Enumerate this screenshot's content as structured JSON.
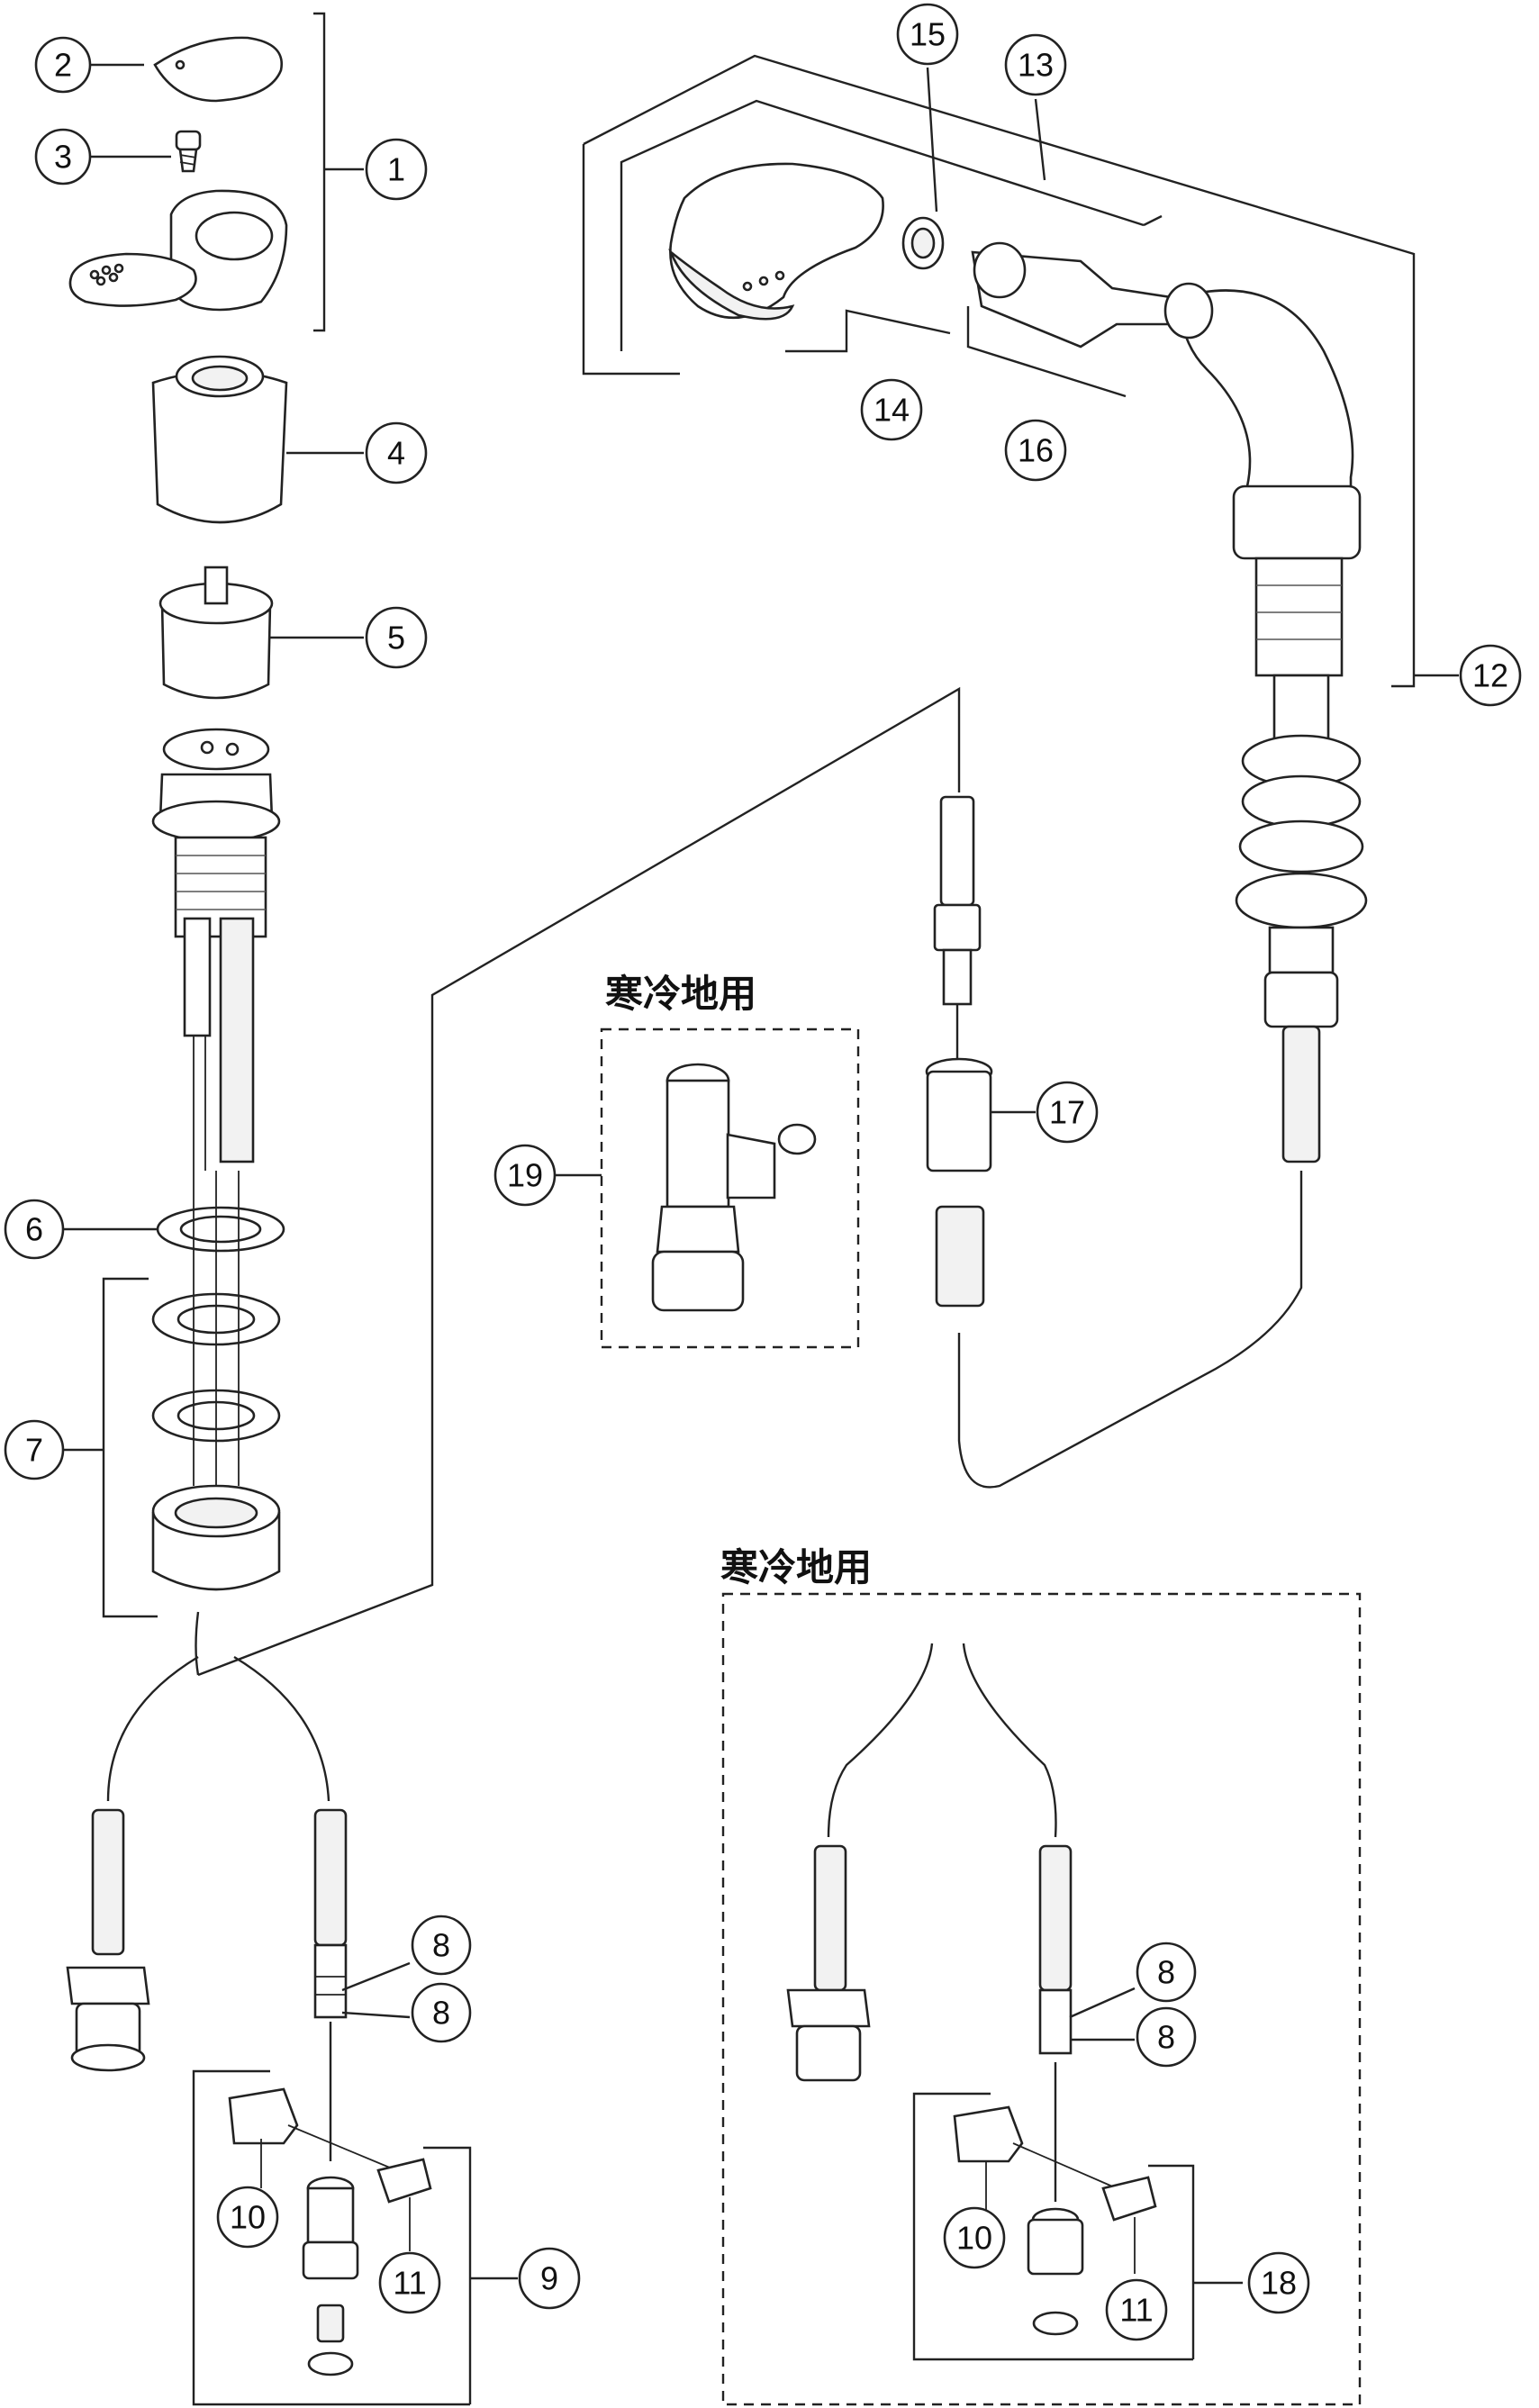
{
  "callouts": {
    "c1": "1",
    "c2": "2",
    "c3": "3",
    "c4": "4",
    "c5": "5",
    "c6": "6",
    "c7": "7",
    "c8a": "8",
    "c8b": "8",
    "c8c": "8",
    "c8d": "8",
    "c9": "9",
    "c10a": "10",
    "c10b": "10",
    "c11a": "11",
    "c11b": "11",
    "c12": "12",
    "c13": "13",
    "c14": "14",
    "c15": "15",
    "c16": "16",
    "c17": "17",
    "c18": "18",
    "c19": "19"
  },
  "labels": {
    "cold_region_top": "寒冷地用",
    "cold_region_bottom": "寒冷地用"
  }
}
